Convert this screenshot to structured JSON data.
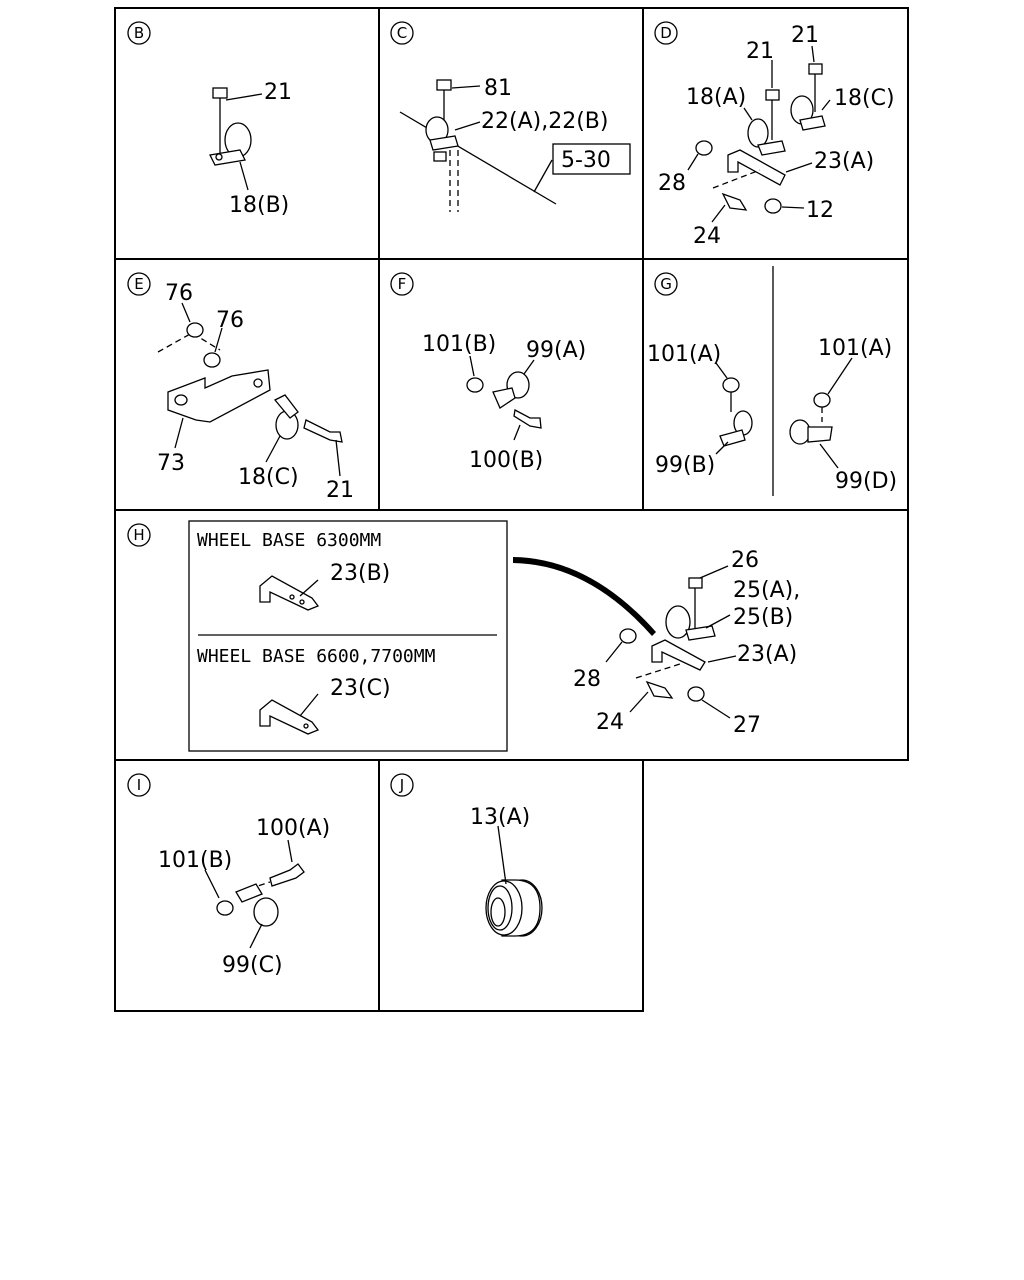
{
  "sections": {
    "B": {
      "letter": "B",
      "labels": [
        "21",
        "18(B)"
      ]
    },
    "C": {
      "letter": "C",
      "labels": [
        "81",
        "22(A),22(B)",
        "5-30"
      ]
    },
    "D": {
      "letter": "D",
      "labels": [
        "21",
        "21",
        "18(A)",
        "18(C)",
        "23(A)",
        "28",
        "12",
        "24"
      ]
    },
    "E": {
      "letter": "E",
      "labels": [
        "76",
        "76",
        "73",
        "18(C)",
        "21"
      ]
    },
    "F": {
      "letter": "F",
      "labels": [
        "101(B)",
        "99(A)",
        "100(B)"
      ]
    },
    "G": {
      "letter": "G",
      "labels": [
        "101(A)",
        "101(A)",
        "99(B)",
        "99(D)"
      ]
    },
    "H": {
      "letter": "H",
      "labels": [
        "23(B)",
        "23(C)",
        "26",
        "25(A),",
        "25(B)",
        "23(A)",
        "28",
        "24",
        "27"
      ],
      "notes": [
        "WHEEL BASE 6300MM",
        "WHEEL BASE 6600,7700MM"
      ]
    },
    "I": {
      "letter": "I",
      "labels": [
        "100(A)",
        "101(B)",
        "99(C)"
      ]
    },
    "J": {
      "letter": "J",
      "labels": [
        "13(A)"
      ]
    }
  }
}
